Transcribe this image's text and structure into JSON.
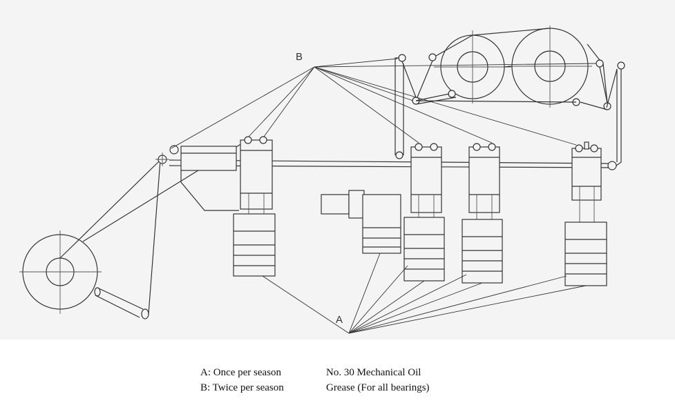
{
  "diagram": {
    "label_a": "A",
    "label_b": "B"
  },
  "legend": [
    {
      "key": "A: Once per season",
      "value": "No. 30 Mechanical Oil"
    },
    {
      "key": "B: Twice per season",
      "value": "Grease (For all bearings)"
    }
  ]
}
